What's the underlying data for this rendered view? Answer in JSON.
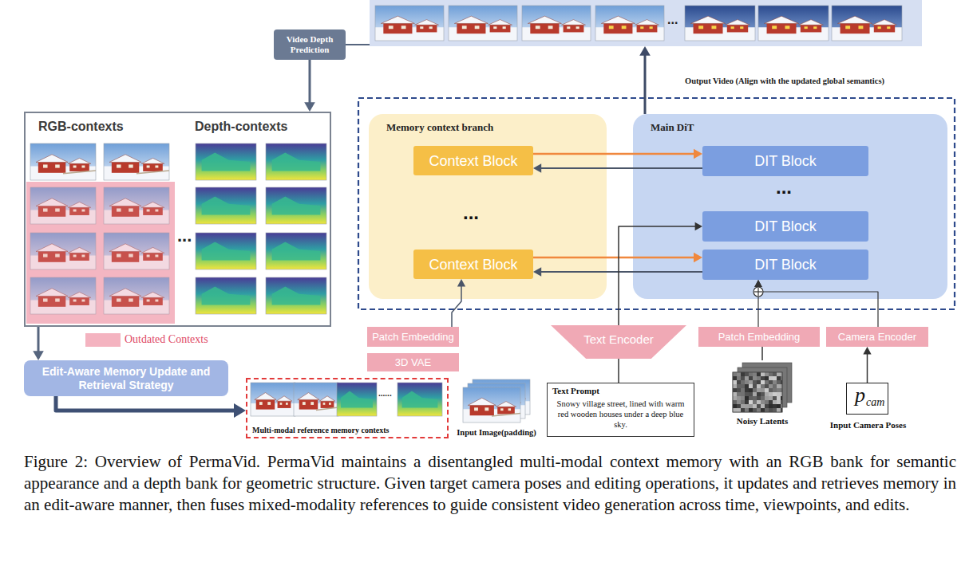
{
  "diagram": {
    "caption": "Figure 2: Overview of PermaVid. PermaVid maintains a disentangled multi-modal context memory with an RGB bank for semantic appearance and a depth bank for geometric structure. Given target camera poses and editing operations, it updates and retrieves memory in an edit-aware manner, then fuses mixed-modality references to guide consistent video generation across time, viewpoints, and edits.",
    "nodes": [
      {
        "text": [
          "Video Depth Prediction"
        ]
      },
      {
        "text": [
          "Output Video (Align with the updated global semantics)"
        ]
      },
      {
        "text": [
          "RGB-contexts",
          "Depth-contexts"
        ]
      },
      {
        "text": [
          "Edit-Aware Memory Update and Retrieval Strategy"
        ]
      },
      {
        "text": [
          "Multi-modal reference memory contexts"
        ]
      },
      {
        "text": [
          "Memory context branch"
        ]
      },
      {
        "text": [
          "Context Block"
        ],
        "in": 5
      },
      {
        "text": [
          "Context Block"
        ],
        "in": 5
      },
      {
        "text": [
          "Main DiT"
        ]
      },
      {
        "text": [
          "DIT Block"
        ],
        "in": 8
      },
      {
        "text": [
          "DIT Block"
        ],
        "in": 8
      },
      {
        "text": [
          "DIT Block"
        ],
        "in": 8
      },
      {
        "text": [
          "Patch Embedding"
        ]
      },
      {
        "text": [
          "3D VAE"
        ]
      },
      {
        "text": [
          "Input Image(padding)"
        ]
      },
      {
        "text": [
          "Text Encoder"
        ]
      },
      {
        "text": [
          "Text Prompt",
          "Snowy village street, lined with warm red wooden houses under a deep blue sky."
        ]
      },
      {
        "text": [
          "Patch Embedding"
        ]
      },
      {
        "text": [
          "Camera Encoder"
        ]
      },
      {
        "text": [
          "Noisy Latents"
        ]
      },
      {
        "text": [
          "p",
          "cam",
          "Input Camera Poses"
        ]
      }
    ],
    "edges": [
      {
        "from": 1,
        "to": 0,
        "arrow": "none"
      },
      {
        "from": 0,
        "to": 2,
        "arrow": "to"
      },
      {
        "from": 8,
        "to": 1,
        "arrow": "to"
      },
      {
        "from": 2,
        "to": 3,
        "arrow": "to"
      },
      {
        "from": 3,
        "to": 4,
        "arrow": "to"
      },
      {
        "from": 12,
        "to": 7,
        "arrow": "to"
      },
      {
        "from": 6,
        "to": 9,
        "arrow": "to"
      },
      {
        "from": 9,
        "to": 6,
        "arrow": "to"
      },
      {
        "from": 7,
        "to": 11,
        "arrow": "to"
      },
      {
        "from": 11,
        "to": 7,
        "arrow": "to"
      },
      {
        "from": 16,
        "to": 15,
        "arrow": "none"
      },
      {
        "from": 15,
        "to": 10,
        "arrow": "to"
      },
      {
        "from": 19,
        "to": 17,
        "arrow": "none"
      },
      {
        "from": 17,
        "to": 11,
        "arrow": "to"
      },
      {
        "from": 18,
        "to": 11,
        "arrow": "to"
      },
      {
        "from": 20,
        "to": 18,
        "arrow": "to"
      }
    ],
    "labels": [
      "...",
      "...",
      "......",
      "...",
      "..."
    ],
    "legend": [
      {
        "text": "Outdated Contexts",
        "color": "#f4b3c0"
      }
    ]
  }
}
